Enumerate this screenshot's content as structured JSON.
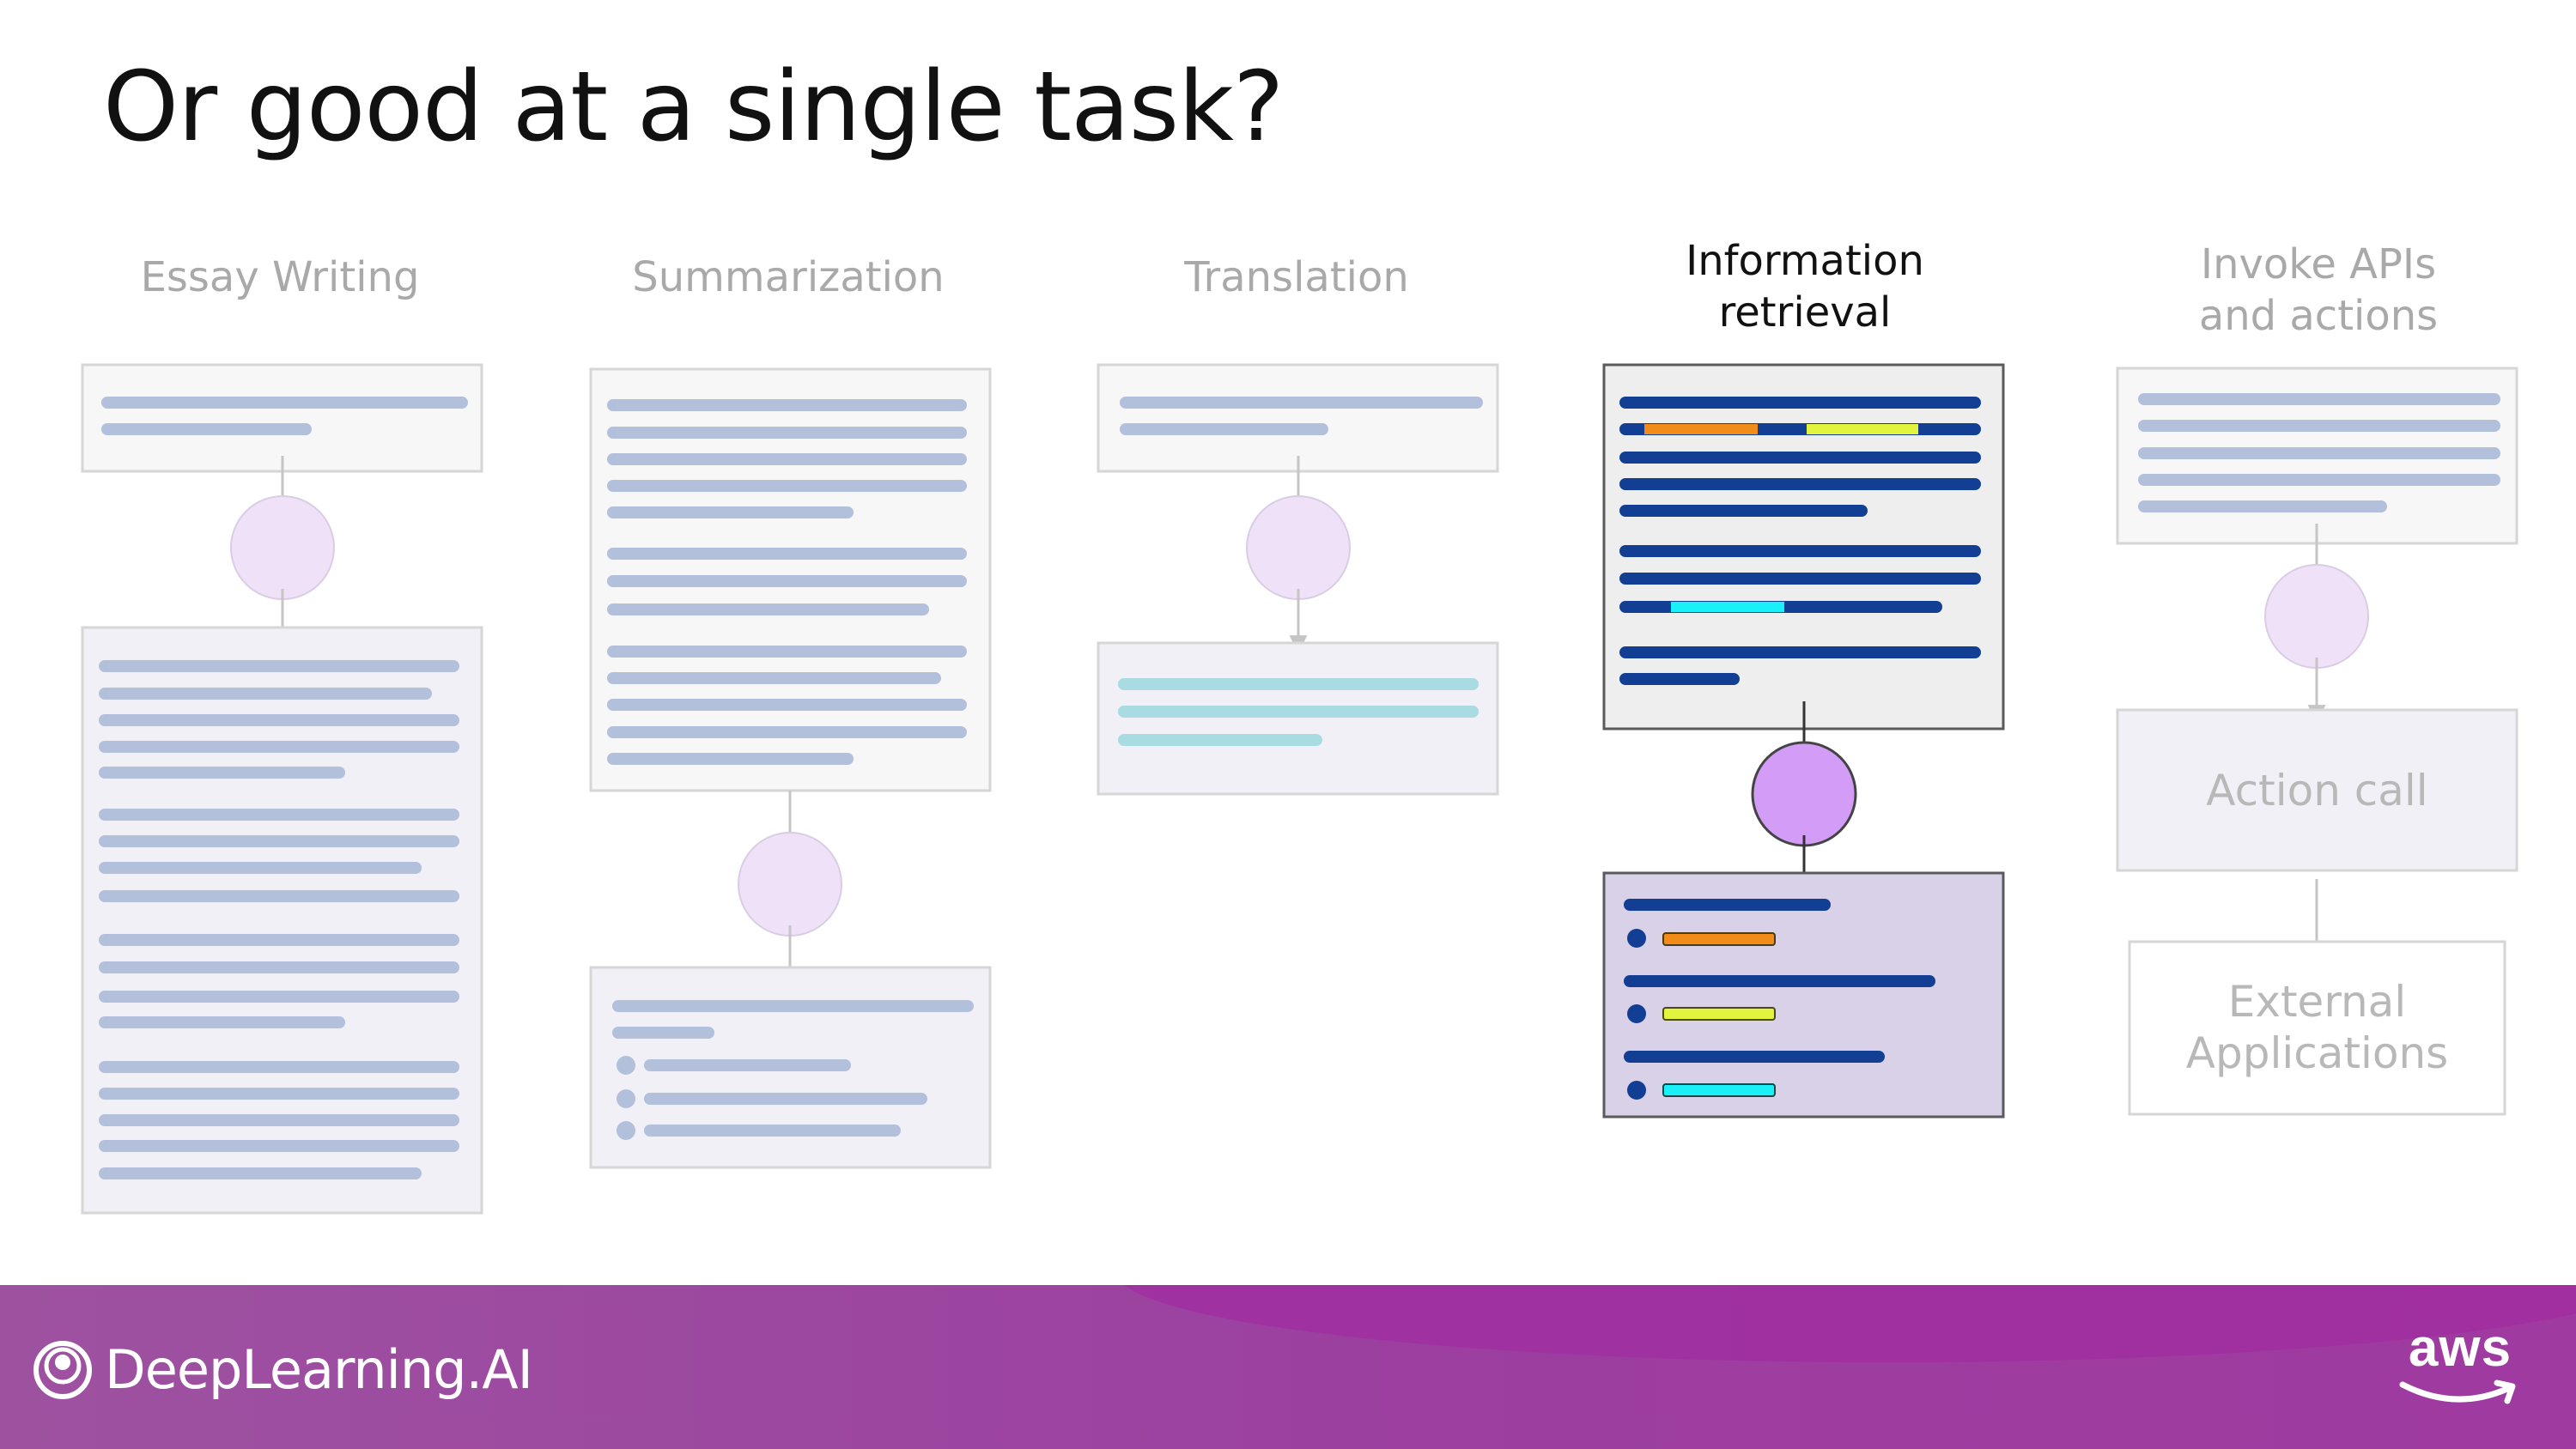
{
  "title": "Or good at a single task?",
  "columns": [
    {
      "label": "Essay Writing",
      "active": false
    },
    {
      "label": "Summarization",
      "active": false
    },
    {
      "label": "Translation",
      "active": false
    },
    {
      "label": "Information retrieval",
      "active": true
    },
    {
      "label": "Invoke APIs and actions",
      "active": false
    }
  ],
  "boxes": {
    "action_call": "Action call",
    "external_apps": "External Applications"
  },
  "colors": {
    "muted_line": "#b2c0dc",
    "teal_line": "#a9dce2",
    "dark_line": "#123f93",
    "orange": "#f28c18",
    "yellow": "#e3f43f",
    "cyan": "#19f0f8",
    "model_muted": "#efe1f8",
    "model_active": "#d39cf7",
    "footer": "#9d3fa0"
  },
  "footer": {
    "brand": "DeepLearning.AI",
    "logo": "deeplearning-ai-logo-icon",
    "partner": "aws",
    "partner_logo": "aws-smile-icon"
  }
}
